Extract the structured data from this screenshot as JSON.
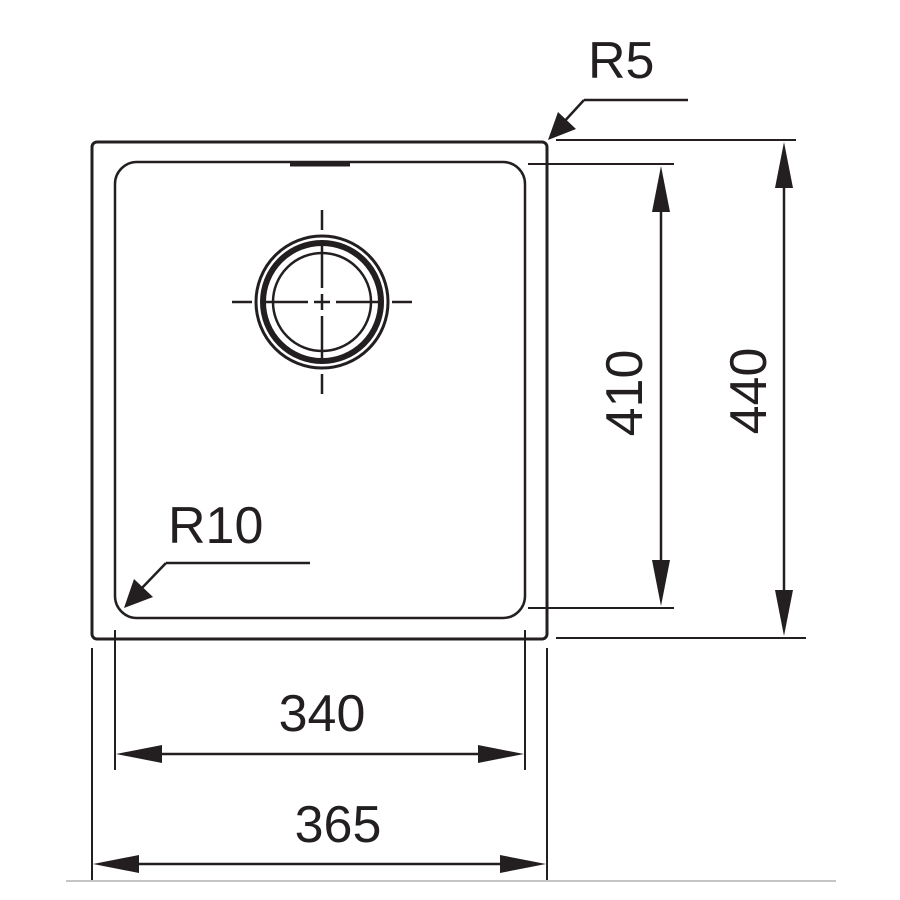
{
  "dimensions": {
    "outer_width": "365",
    "inner_width": "340",
    "inner_height": "410",
    "outer_height": "440",
    "corner_radius_outer": "R5",
    "corner_radius_inner": "R10"
  },
  "colors": {
    "line": "#231f20",
    "background": "#ffffff"
  }
}
